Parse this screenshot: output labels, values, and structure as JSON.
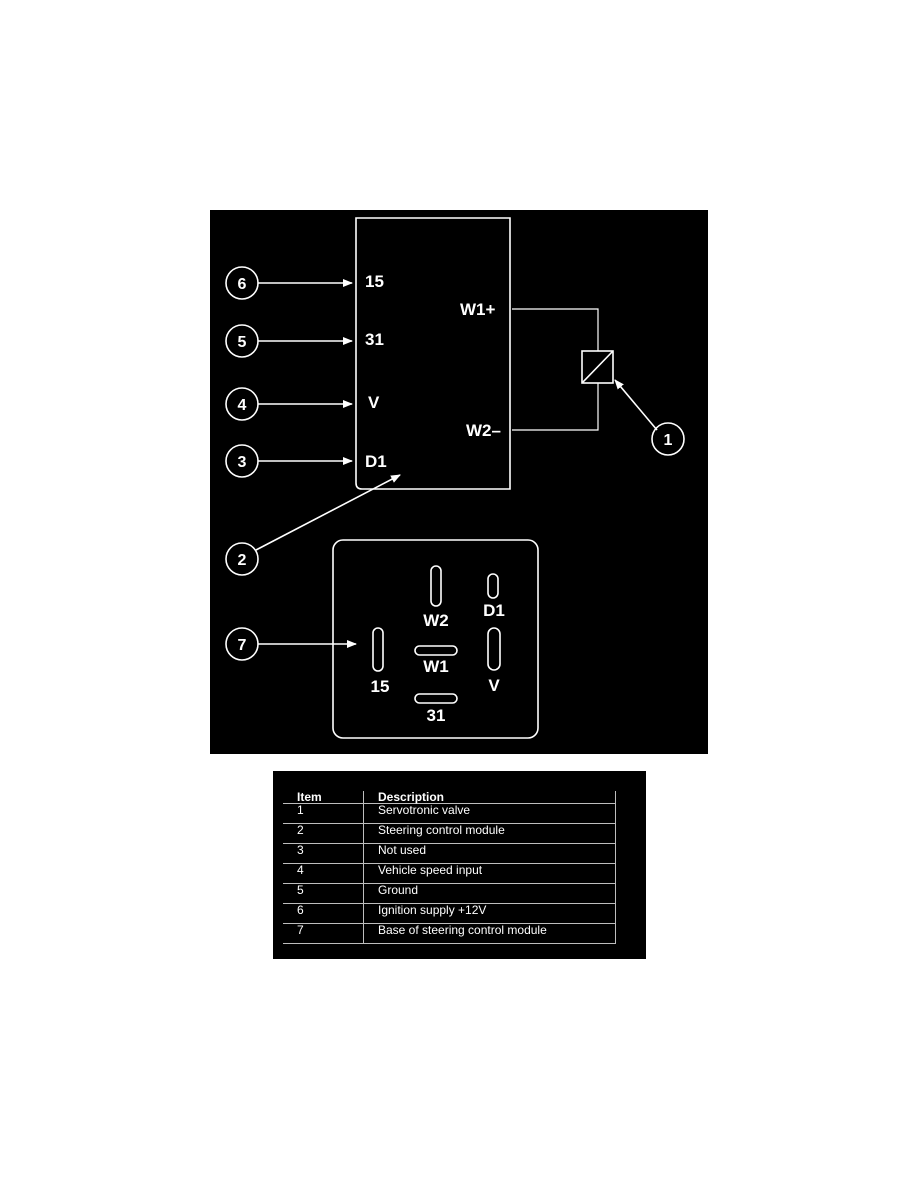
{
  "diagram": {
    "module_pins_left": [
      "15",
      "31",
      "V",
      "D1"
    ],
    "module_pins_right": [
      "W1+",
      "W2–"
    ],
    "callouts": [
      "1",
      "2",
      "3",
      "4",
      "5",
      "6",
      "7"
    ],
    "base_pins": [
      "W2",
      "D1",
      "W1",
      "15",
      "V",
      "31"
    ]
  },
  "legend": {
    "headers": [
      "Item",
      "Description"
    ],
    "rows": [
      {
        "item": "1",
        "description": "Servotronic valve"
      },
      {
        "item": "2",
        "description": "Steering control module"
      },
      {
        "item": "3",
        "description": "Not used"
      },
      {
        "item": "4",
        "description": "Vehicle speed input"
      },
      {
        "item": "5",
        "description": "Ground"
      },
      {
        "item": "6",
        "description": "Ignition supply +12V"
      },
      {
        "item": "7",
        "description": "Base of steering control module"
      }
    ]
  }
}
